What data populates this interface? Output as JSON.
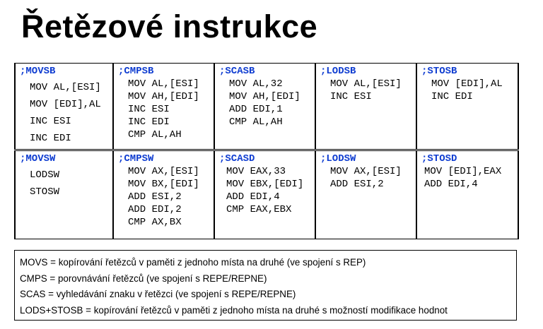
{
  "title": "Řetězové instrukce",
  "table": {
    "rows": [
      [
        {
          "label": ";MOVSB",
          "lines": [
            "MOV AL,[ESI]",
            "MOV [EDI],AL",
            "INC ESI",
            "INC EDI"
          ]
        },
        {
          "label": ";CMPSB",
          "lines": [
            "MOV AL,[ESI]",
            "MOV AH,[EDI]",
            "INC ESI",
            "INC EDI",
            "CMP AL,AH"
          ]
        },
        {
          "label": ";SCASB",
          "lines": [
            "MOV AL,32",
            "MOV AH,[EDI]",
            "ADD EDI,1",
            "CMP AL,AH"
          ]
        },
        {
          "label": ";LODSB",
          "lines": [
            "MOV AL,[ESI]",
            "INC ESI"
          ]
        },
        {
          "label": ";STOSB",
          "lines": [
            "MOV [EDI],AL",
            "INC EDI"
          ]
        }
      ],
      [
        {
          "label": ";MOVSW",
          "lines": [
            "LODSW",
            "STOSW"
          ]
        },
        {
          "label": ";CMPSW",
          "lines": [
            "MOV AX,[ESI]",
            "MOV BX,[EDI]",
            "ADD ESI,2",
            "ADD EDI,2",
            "CMP AX,BX"
          ]
        },
        {
          "label": ";SCASD",
          "lines": [
            "MOV EAX,33",
            "MOV EBX,[EDI]",
            "ADD EDI,4",
            "CMP EAX,EBX"
          ]
        },
        {
          "label": ";LODSW",
          "lines": [
            "MOV AX,[ESI]",
            "ADD ESI,2"
          ]
        },
        {
          "label": ";STOSD",
          "lines": [
            "MOV [EDI],EAX",
            "ADD EDI,4"
          ]
        }
      ]
    ]
  },
  "notes": [
    "MOVS = kopírování řetězců v paměti z jednoho místa na druhé (ve spojení s REP)",
    "CMPS = porovnávání řetězců (ve spojení s REPE/REPNE)",
    "SCAS = vyhledávání znaku v řetězci (ve spojení s REPE/REPNE)",
    "LODS+STOSB = kopírování řetězců v paměti z jednoho místa na druhé s možností modifikace hodnot"
  ]
}
